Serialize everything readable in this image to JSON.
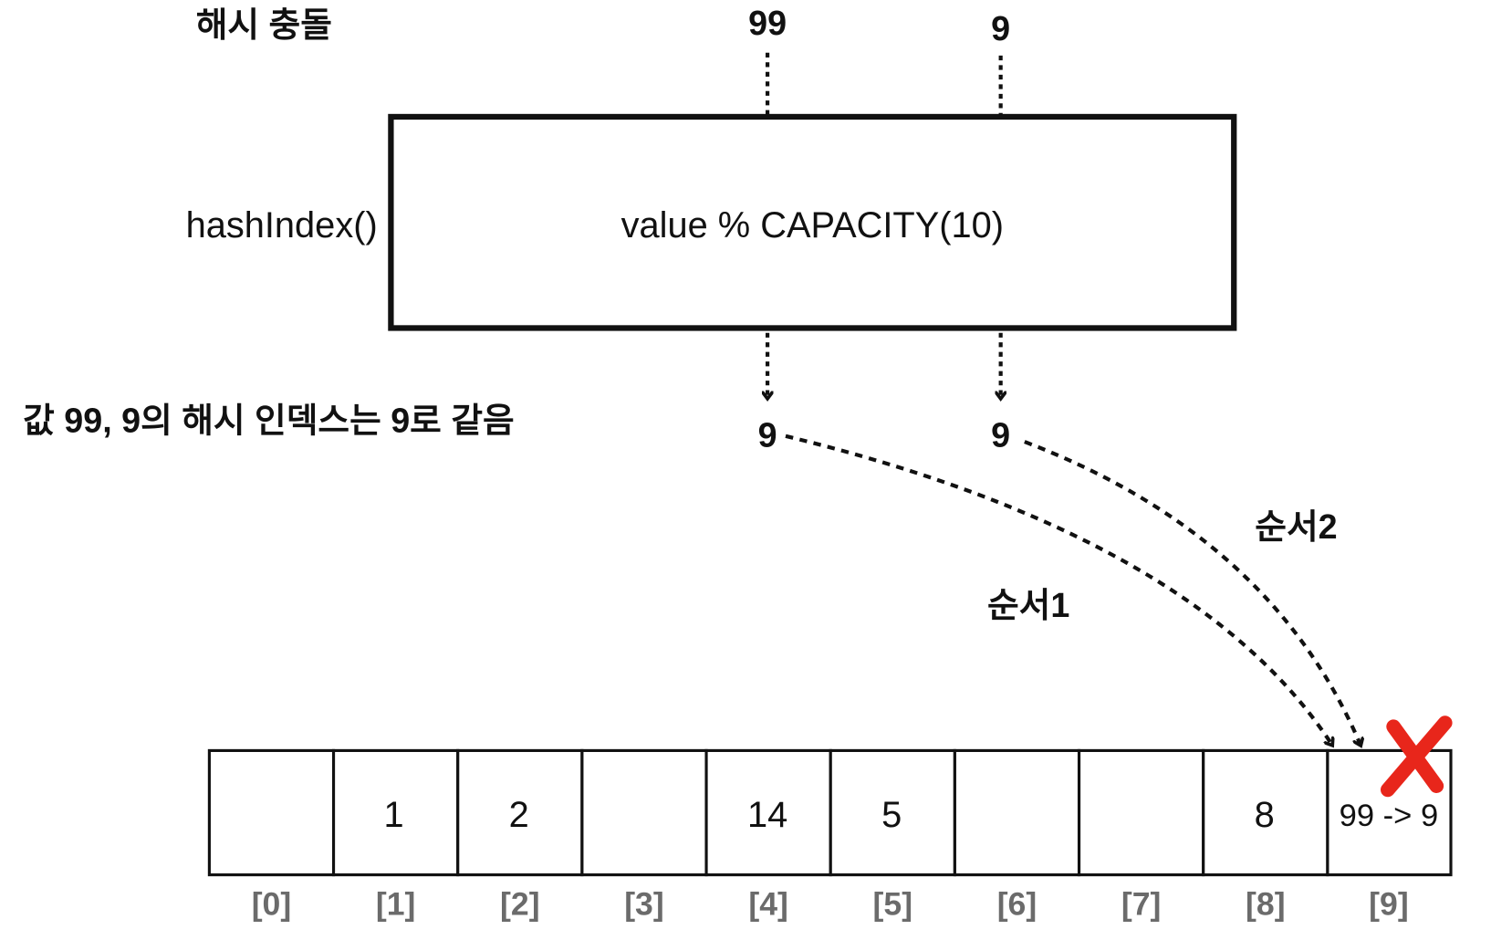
{
  "title": "해시 충돌",
  "inputs": [
    "99",
    "9"
  ],
  "function_label": "hashIndex()",
  "function_body": "value % CAPACITY(10)",
  "outputs": [
    "9",
    "9"
  ],
  "note": "값 99, 9의 해시 인덱스는 9로 같음",
  "order_labels": [
    "순서1",
    "순서2"
  ],
  "array": {
    "cells": [
      "",
      "1",
      "2",
      "",
      "14",
      "5",
      "",
      "",
      "8",
      "99 -> 9"
    ],
    "indices": [
      "[0]",
      "[1]",
      "[2]",
      "[3]",
      "[4]",
      "[5]",
      "[6]",
      "[7]",
      "[8]",
      "[9]"
    ]
  },
  "colors": {
    "cross": "#e8261b",
    "index_label": "#6b6b6b"
  },
  "icons": {
    "overwrite": "red-x-icon"
  }
}
